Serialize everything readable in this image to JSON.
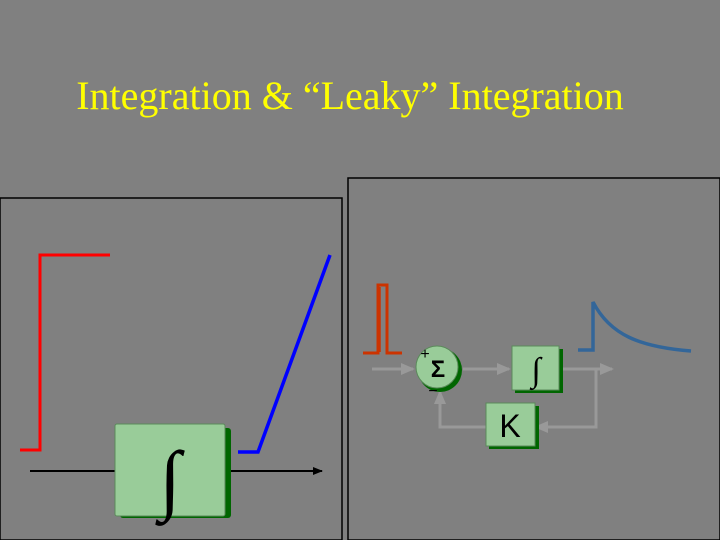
{
  "slide": {
    "title": "Integration & “Leaky” Integration",
    "background_color": "#808080",
    "title_color": "#ffff00"
  },
  "left_panel": {
    "integrator_symbol": "∫",
    "input_color": "#ff0000",
    "output_color": "#0000ff",
    "block_color": "#99cc99"
  },
  "right_panel": {
    "sum_symbol": "Σ",
    "plus_sign": "+",
    "minus_sign": "−",
    "integrator_symbol": "∫",
    "gain_label": "K",
    "input_color": "#cc3300",
    "output_color": "#336699",
    "block_color": "#99cc99",
    "arrow_color": "#999999"
  }
}
